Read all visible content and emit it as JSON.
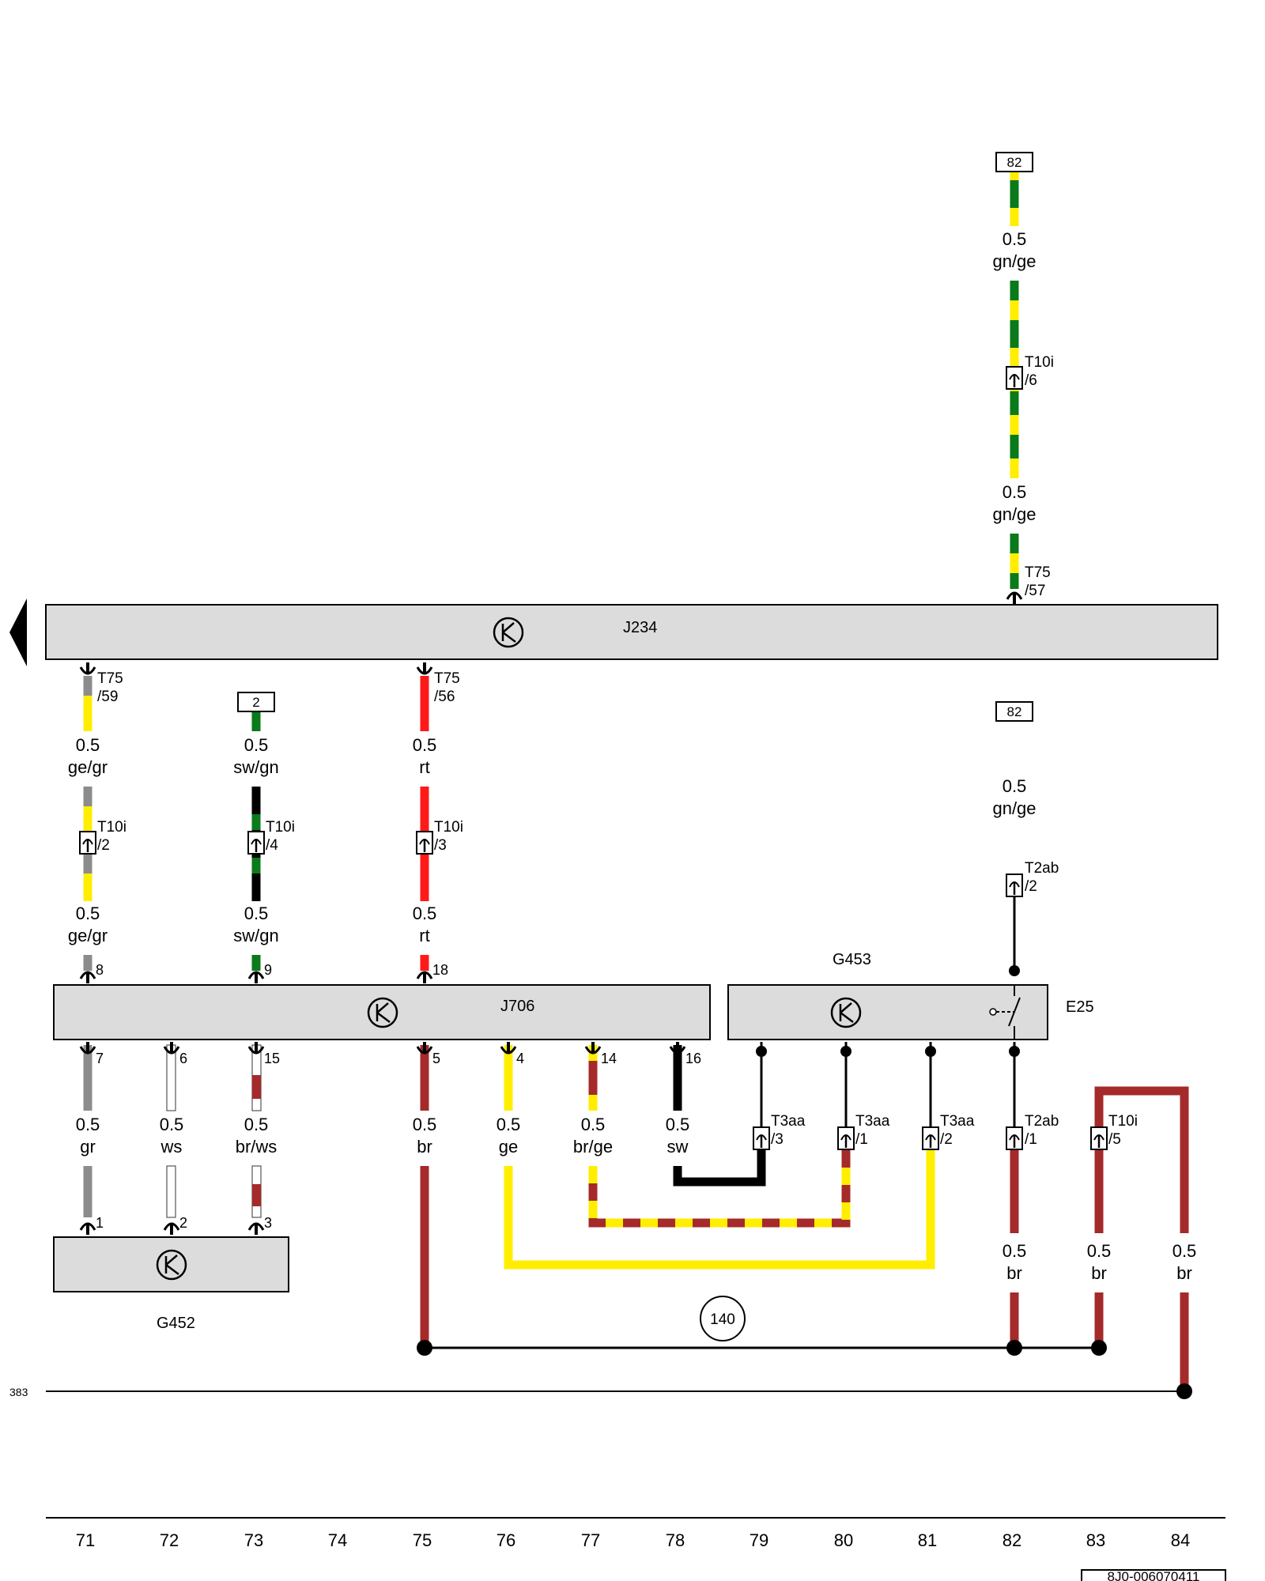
{
  "components": {
    "j234": {
      "label": "J234"
    },
    "j706": {
      "label": "J706"
    },
    "g452": {
      "label": "G452"
    },
    "g453": {
      "label": "G453"
    },
    "e25": {
      "label": "E25"
    }
  },
  "refs": {
    "ref_82_top": "82",
    "ref_82_mid": "82",
    "ref_2": "2",
    "circle_140": "140",
    "line_383": "383",
    "doc_id": "8J0-006070411"
  },
  "wires": [
    {
      "id": "w1",
      "size": "0.5",
      "color": "gn/ge"
    },
    {
      "id": "w2",
      "size": "0.5",
      "color": "gn/ge"
    },
    {
      "id": "w3",
      "size": "0.5",
      "color": "ge/gr"
    },
    {
      "id": "w4",
      "size": "0.5",
      "color": "sw/gn"
    },
    {
      "id": "w5",
      "size": "0.5",
      "color": "rt"
    },
    {
      "id": "w6",
      "size": "0.5",
      "color": "gn/ge"
    },
    {
      "id": "w7",
      "size": "0.5",
      "color": "ge/gr"
    },
    {
      "id": "w8",
      "size": "0.5",
      "color": "sw/gn"
    },
    {
      "id": "w9",
      "size": "0.5",
      "color": "rt"
    },
    {
      "id": "w10",
      "size": "0.5",
      "color": "gr"
    },
    {
      "id": "w11",
      "size": "0.5",
      "color": "ws"
    },
    {
      "id": "w12",
      "size": "0.5",
      "color": "br/ws"
    },
    {
      "id": "w13",
      "size": "0.5",
      "color": "br"
    },
    {
      "id": "w14",
      "size": "0.5",
      "color": "ge"
    },
    {
      "id": "w15",
      "size": "0.5",
      "color": "br/ge"
    },
    {
      "id": "w16",
      "size": "0.5",
      "color": "sw"
    },
    {
      "id": "w17",
      "size": "0.5",
      "color": "br"
    },
    {
      "id": "w18",
      "size": "0.5",
      "color": "br"
    },
    {
      "id": "w19",
      "size": "0.5",
      "color": "br"
    }
  ],
  "connectors": [
    {
      "id": "c1",
      "name": "T10i",
      "pin": "/6"
    },
    {
      "id": "c2",
      "name": "T75",
      "pin": "/57"
    },
    {
      "id": "c3",
      "name": "T75",
      "pin": "/59"
    },
    {
      "id": "c4",
      "name": "T75",
      "pin": "/56"
    },
    {
      "id": "c5",
      "name": "T10i",
      "pin": "/2"
    },
    {
      "id": "c6",
      "name": "T10i",
      "pin": "/4"
    },
    {
      "id": "c7",
      "name": "T10i",
      "pin": "/3"
    },
    {
      "id": "c8",
      "name": "T2ab",
      "pin": "/2"
    },
    {
      "id": "c9",
      "name": "T3aa",
      "pin": "/3"
    },
    {
      "id": "c10",
      "name": "T3aa",
      "pin": "/1"
    },
    {
      "id": "c11",
      "name": "T3aa",
      "pin": "/2"
    },
    {
      "id": "c12",
      "name": "T2ab",
      "pin": "/1"
    },
    {
      "id": "c13",
      "name": "T10i",
      "pin": "/5"
    }
  ],
  "pins": [
    {
      "id": "p8",
      "label": "8"
    },
    {
      "id": "p9",
      "label": "9"
    },
    {
      "id": "p18",
      "label": "18"
    },
    {
      "id": "p7",
      "label": "7"
    },
    {
      "id": "p6",
      "label": "6"
    },
    {
      "id": "p15",
      "label": "15"
    },
    {
      "id": "p5",
      "label": "5"
    },
    {
      "id": "p4",
      "label": "4"
    },
    {
      "id": "p14",
      "label": "14"
    },
    {
      "id": "p16",
      "label": "16"
    },
    {
      "id": "g1",
      "label": "1"
    },
    {
      "id": "g2",
      "label": "2"
    },
    {
      "id": "g3",
      "label": "3"
    }
  ],
  "scale": [
    "71",
    "72",
    "73",
    "74",
    "75",
    "76",
    "77",
    "78",
    "79",
    "80",
    "81",
    "82",
    "83",
    "84"
  ],
  "colors": {
    "gn": "#0a7a1a",
    "ge": "#ffee00",
    "gr": "#8c8c8c",
    "sw": "#000000",
    "rt": "#ff1a1a",
    "br": "#a52a2a",
    "ws": "#ffffff",
    "component_fill": "#dcdcdc"
  }
}
